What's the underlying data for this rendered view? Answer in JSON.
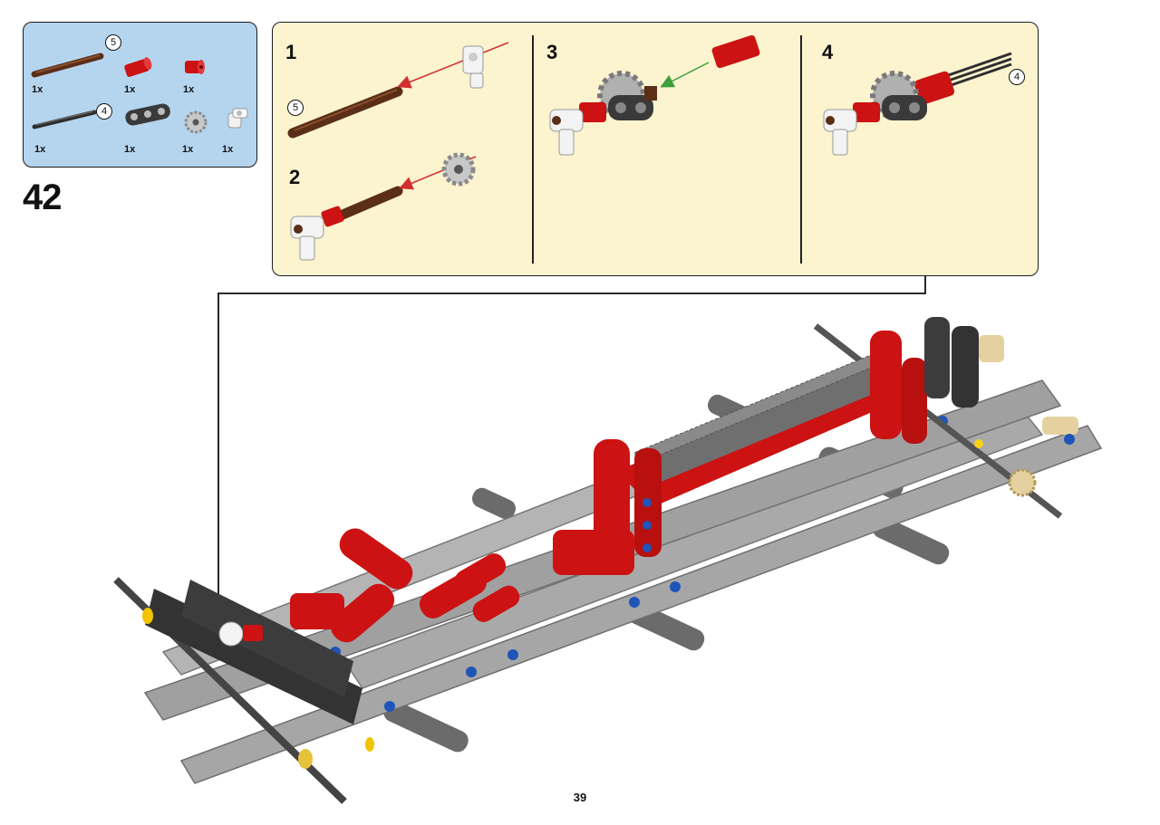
{
  "parts_list": {
    "items": [
      {
        "part": "axle-brown",
        "quantity": "1x",
        "length_badge": "5"
      },
      {
        "part": "axle-connector-red",
        "quantity": "1x"
      },
      {
        "part": "bush-red",
        "quantity": "1x"
      },
      {
        "part": "axle-black",
        "quantity": "1x",
        "length_badge": "4"
      },
      {
        "part": "beam-black-3-hole",
        "quantity": "1x"
      },
      {
        "part": "gear-light-grey",
        "quantity": "1x"
      },
      {
        "part": "connector-white-angled",
        "quantity": "1x"
      }
    ]
  },
  "step": {
    "number": "42"
  },
  "substeps": [
    {
      "number": "1",
      "length_badge": "5"
    },
    {
      "number": "2"
    },
    {
      "number": "3"
    },
    {
      "number": "4",
      "length_badge": "4"
    }
  ],
  "page": {
    "number": "39"
  },
  "colors": {
    "parts_background": "#b5d5ef",
    "substeps_background": "#fcf3cf",
    "arrow_red": "#d32f2f",
    "arrow_green": "#3ba03b",
    "brick_red": "#cc1212",
    "brick_grey": "#a9a9a9",
    "brick_dark": "#3a3a3a",
    "brick_brown": "#5a2e17"
  }
}
